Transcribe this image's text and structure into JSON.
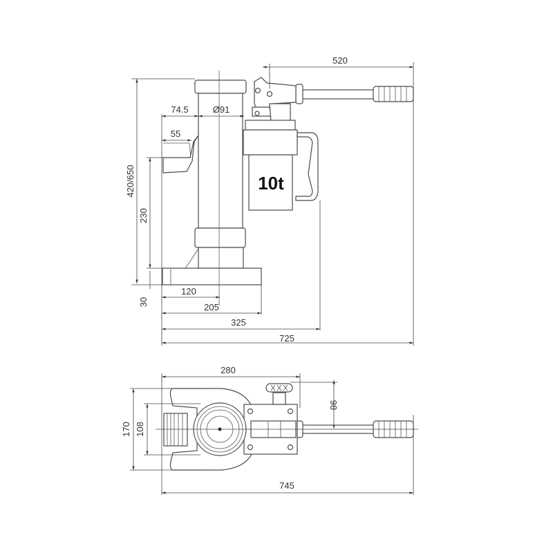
{
  "side_view": {
    "capacity_label": "10t",
    "dims": {
      "handle_reach": "520",
      "height": "420/650",
      "toe_height": "230",
      "base_thickness": "30",
      "claw_offset": "74.5",
      "ram_diameter": "Ø91",
      "claw_depth": "55",
      "center_offset": "120",
      "base_length": "205",
      "body_length": "325",
      "overall_length": "725"
    }
  },
  "top_view": {
    "dims": {
      "body_width_length": "280",
      "overall_width": "170",
      "inner_width": "108",
      "valve_offset": "98",
      "overall_length": "745"
    }
  },
  "colors": {
    "line": "#4a4a4a",
    "text": "#333333"
  }
}
